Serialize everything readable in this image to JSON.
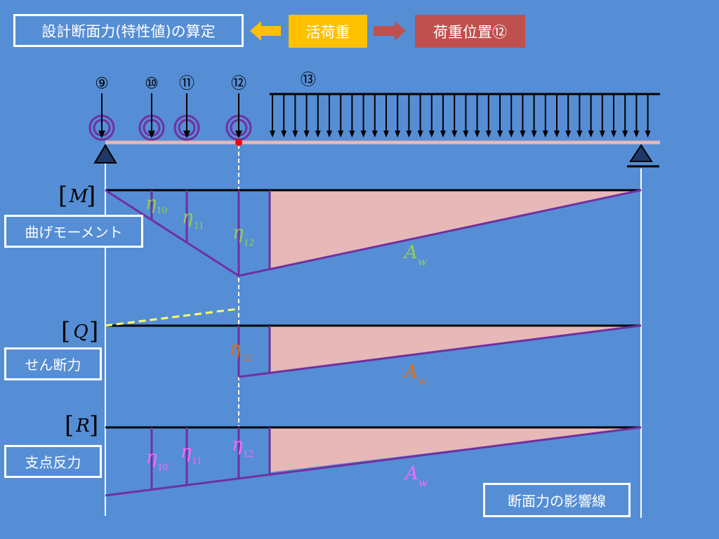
{
  "header": {
    "title": "設計断面力(特性値)の算定",
    "live_load": "活荷重",
    "load_position": "荷重位置⑫"
  },
  "loads": {
    "p9": "⑨",
    "p10": "⑩",
    "p11": "⑪",
    "p12": "⑫",
    "p13": "⑬"
  },
  "panels": {
    "moment": {
      "label": "曲げモーメント",
      "symbol": "M"
    },
    "shear": {
      "label": "せん断力",
      "symbol": "Q"
    },
    "reaction": {
      "label": "支点反力",
      "symbol": "R"
    }
  },
  "influence": {
    "eta": "η",
    "n10": "10",
    "n11": "11",
    "n12": "12",
    "area": "A",
    "area_sub": "w"
  },
  "legend": "断面力の影響線",
  "colors": {
    "background": "#558ed5",
    "live_load": "#ffc000",
    "load_position": "#c0504d",
    "influence_fill": "#e6b8b7",
    "influence_line": "#7030a0",
    "moment_labels": "#92d050",
    "shear_labels": "#e46c0a",
    "reaction_labels": "#ff66ff",
    "shear_dashed": "#ffff66",
    "beam": "#e6b8b7",
    "load_marker": "#7030a0",
    "load_point": "#ff0000"
  }
}
